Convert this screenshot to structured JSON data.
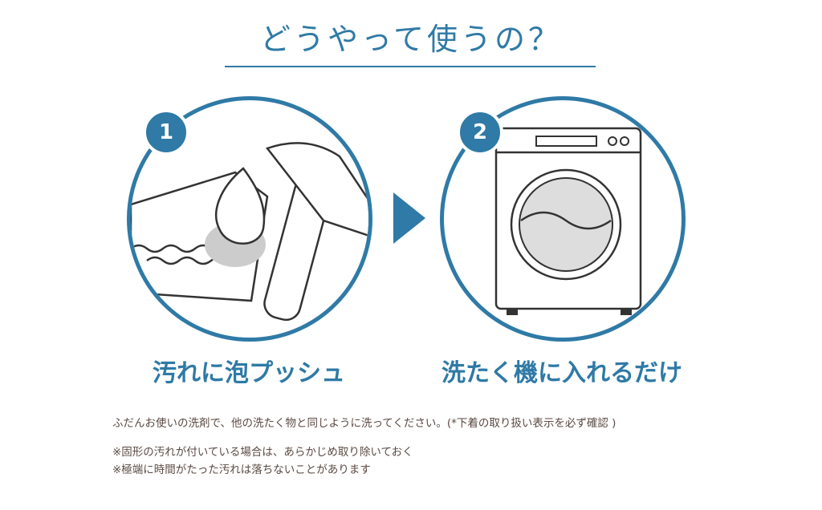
{
  "title": "どうやって使うの？",
  "steps": [
    {
      "number": "1",
      "caption": "汚れに泡プッシュ"
    },
    {
      "number": "2",
      "caption": "洗たく機に入れるだけ"
    }
  ],
  "notes": [
    "ふだんお使いの洗剤で、他の洗たく物と同じように洗ってください。(*下着の取り扱い表示を必ず確認 )",
    "※固形の汚れが付いている場合は、あらかじめ取り除いておく",
    "※極端に時間がたった汚れは落ちないことがあります"
  ],
  "colors": {
    "accent": "#2f7aa6",
    "text": "#5a4a42"
  }
}
